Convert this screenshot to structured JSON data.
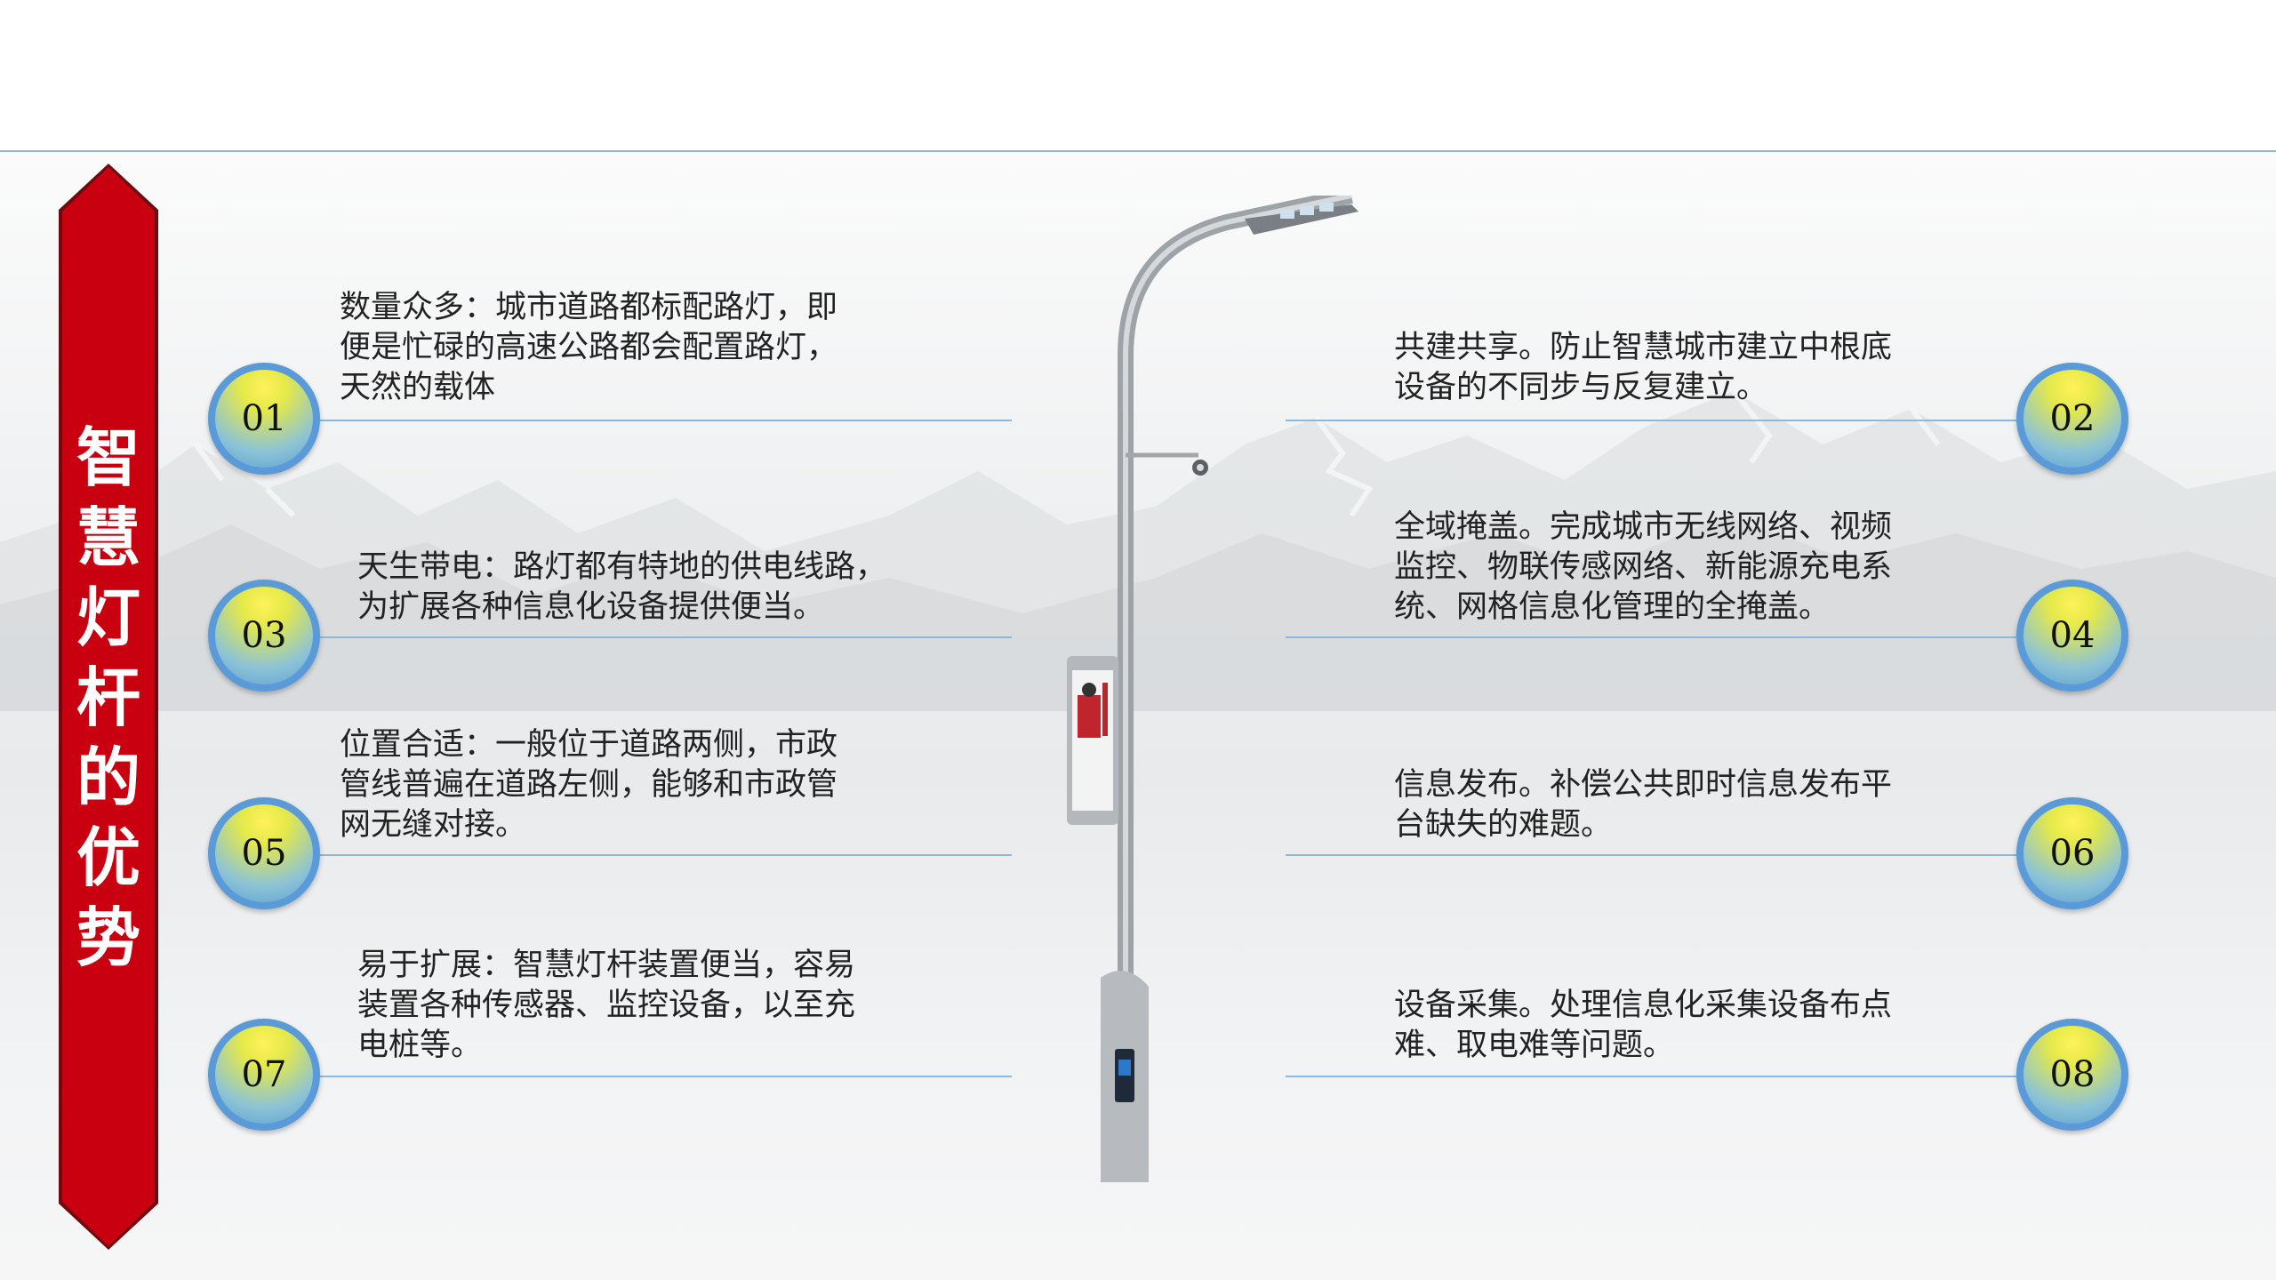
{
  "slide": {
    "title": "智慧灯杆的优势",
    "items": [
      {
        "number": "01",
        "text": "数量众多：城市道路都标配路灯，即\n便是忙碌的高速公路都会配置路灯，\n天然的载体"
      },
      {
        "number": "02",
        "text": "共建共享。防止智慧城市建立中根底\n设备的不同步与反复建立。"
      },
      {
        "number": "03",
        "text": "天生带电：路灯都有特地的供电线路，\n为扩展各种信息化设备提供便当。"
      },
      {
        "number": "04",
        "text": "全域掩盖。完成城市无线网络、视频\n监控、物联传感网络、新能源充电系\n统、网格信息化管理的全掩盖。"
      },
      {
        "number": "05",
        "text": "位置合适：一般位于道路两侧，市政\n管线普遍在道路左侧，能够和市政管\n网无缝对接。"
      },
      {
        "number": "06",
        "text": "信息发布。补偿公共即时信息发布平\n台缺失的难题。"
      },
      {
        "number": "07",
        "text": "易于扩展：智慧灯杆装置便当，容易\n装置各种传感器、监控设备，以至充\n电桩等。"
      },
      {
        "number": "08",
        "text": "设备采集。处理信息化采集设备布点\n难、取电难等问题。"
      }
    ]
  }
}
